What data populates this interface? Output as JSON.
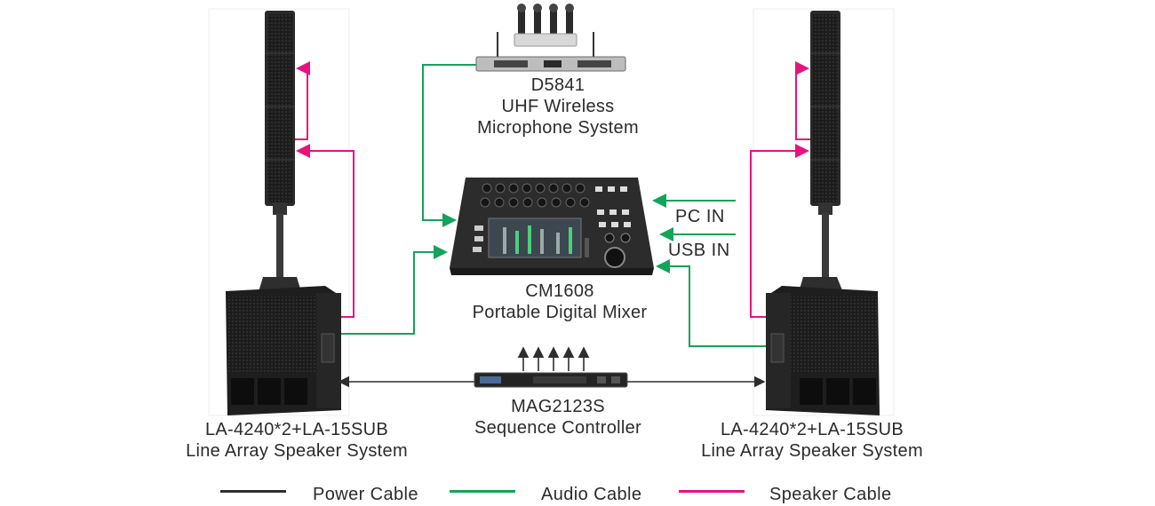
{
  "devices": {
    "mic": {
      "model": "D5841",
      "desc": "UHF Wireless",
      "desc2": "Microphone System"
    },
    "mixer": {
      "model": "CM1608",
      "desc": "Portable Digital Mixer"
    },
    "controller": {
      "model": "MAG2123S",
      "desc": "Sequence Controller"
    },
    "speaker_left": {
      "model": "LA-4240*2+LA-15SUB",
      "desc": "Line Array Speaker System"
    },
    "speaker_right": {
      "model": "LA-4240*2+LA-15SUB",
      "desc": "Line Array Speaker System"
    }
  },
  "inputs": {
    "pc": "PC IN",
    "usb": "USB IN"
  },
  "legend": [
    {
      "label": "Power Cable",
      "color": "#2e2e2e"
    },
    {
      "label": "Audio Cable",
      "color": "#14a35a"
    },
    {
      "label": "Speaker Cable",
      "color": "#e6137e"
    }
  ],
  "colors": {
    "power": "#2e2e2e",
    "audio": "#14a35a",
    "speaker": "#e6137e"
  }
}
